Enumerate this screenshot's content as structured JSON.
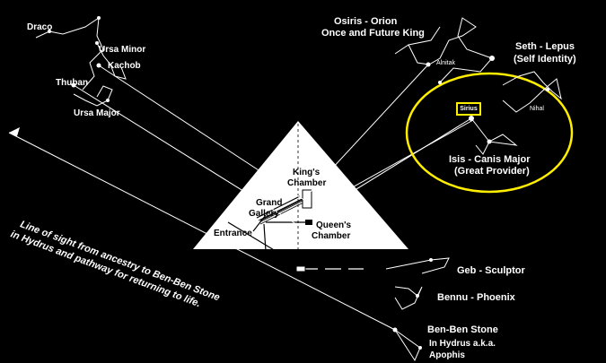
{
  "constellations": {
    "draco": "Draco",
    "ursa_minor": "Ursa Minor",
    "kachob": "Kachob",
    "thuban": "Thuban",
    "ursa_major": "Ursa Major",
    "osiris_line1": "Osiris - Orion",
    "osiris_line2": "Once and Future King",
    "alnitak": "Alnitak",
    "seth_line1": "Seth - Lepus",
    "seth_line2": "(Self Identity)",
    "nihal": "Nihal",
    "sirius": "Sirius",
    "isis_line1": "Isis - Canis Major",
    "isis_line2": "(Great Provider)",
    "geb": "Geb - Sculptor",
    "bennu": "Bennu - Phoenix",
    "benben_title": "Ben-Ben Stone",
    "benben_line2": "In Hydrus a.k.a.",
    "benben_line3": "Apophis"
  },
  "pyramid": {
    "kings_line1": "King's",
    "kings_line2": "Chamber",
    "grand_line1": "Grand",
    "grand_line2": "Gallery",
    "entrance": "Entrance",
    "queens_line1": "Queen's",
    "queens_line2": "Chamber"
  },
  "sightline": {
    "line1": "Line of sight from ancestry to Ben-Ben Stone",
    "line2": "in Hydrus and pathway for returning to life."
  },
  "colors": {
    "background": "#000000",
    "highlight": "#ffee00",
    "pyramid": "#ffffff"
  }
}
